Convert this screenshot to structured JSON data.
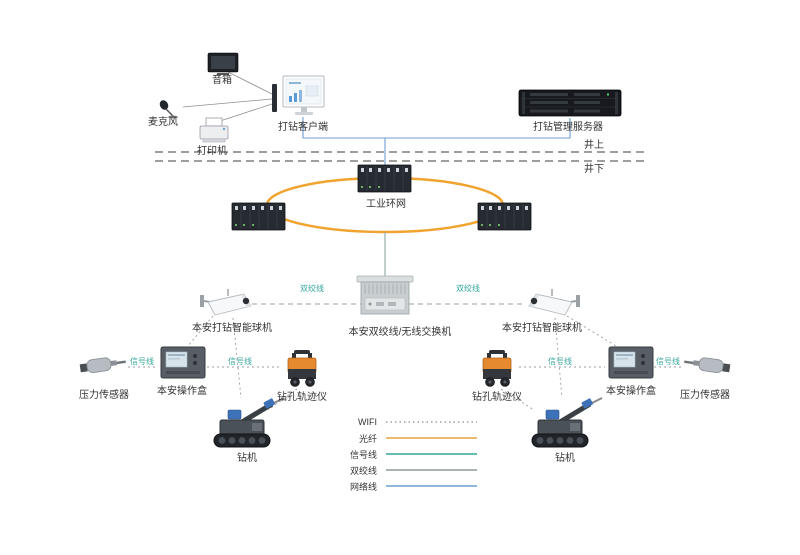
{
  "surface": {
    "speaker": "音箱",
    "microphone": "麦克风",
    "printer": "打印机",
    "client": "打钻客户端",
    "server": "打钻管理服务器",
    "above_label": "井上",
    "below_label": "井下"
  },
  "network": {
    "ring_label": "工业环网",
    "switch_label": "本安双绞线/无线交换机",
    "camera_left_label": "本安打钻智能球机",
    "camera_right_label": "本安打钻智能球机",
    "twisted_pair_left": "双绞线",
    "twisted_pair_right": "双绞线"
  },
  "field": {
    "pressure_left": "压力传感器",
    "pressure_right": "压力传感器",
    "opbox_left": "本安操作盒",
    "opbox_right": "本安操作盒",
    "trajectory_left": "钻孔轨迹仪",
    "trajectory_right": "钻孔轨迹仪",
    "rig_left": "钻机",
    "rig_right": "钻机",
    "signal_labels": [
      "信号线",
      "信号线",
      "信号线",
      "信号线"
    ]
  },
  "legend": {
    "items": [
      {
        "label": "WIFI",
        "color": "#8c8c8c",
        "dash": "1.5 3"
      },
      {
        "label": "光纤",
        "color": "#E8A33D",
        "dash": "none"
      },
      {
        "label": "信号线",
        "color": "#35A79C",
        "dash": "none"
      },
      {
        "label": "双绞线",
        "color": "#8f9a9a",
        "dash": "none"
      },
      {
        "label": "网络线",
        "color": "#6f9fd0",
        "dash": "none"
      }
    ]
  },
  "colors": {
    "ring_orange": "#F0A32F",
    "network_blue": "#6f9fd0",
    "signal_teal": "#35A79C"
  }
}
